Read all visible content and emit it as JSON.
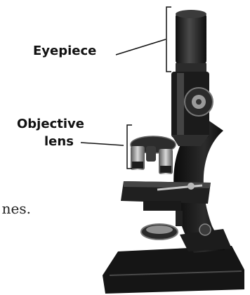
{
  "labels": {
    "eyepiece": "Eyepiece",
    "objective_lens_line1": "Objective",
    "objective_lens_line2": "lens"
  },
  "background_text": "nes.",
  "colors": {
    "ink": "#111111",
    "microscope_body": "#1c1c1c",
    "microscope_highlight": "#6a6a6a",
    "background": "#ffffff"
  }
}
